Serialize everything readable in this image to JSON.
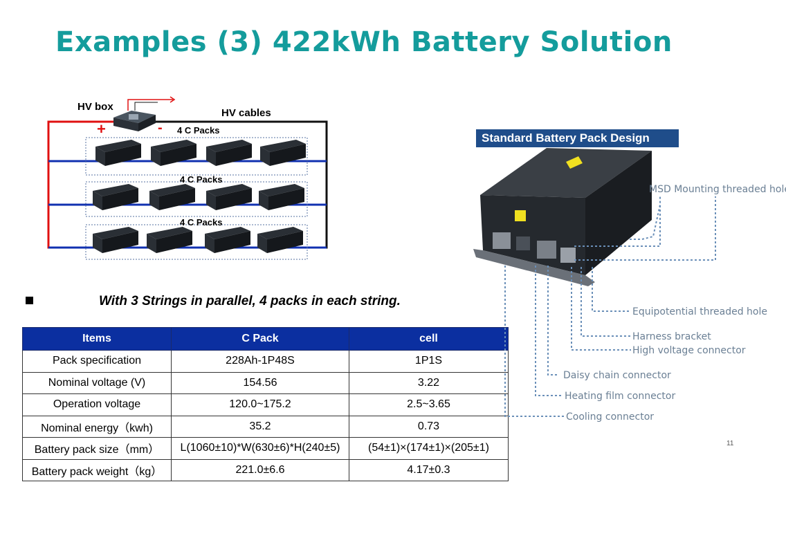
{
  "title": "Examples (3) 422kWh Battery Solution",
  "diagram": {
    "hv_box": "HV box",
    "hv_cables": "HV cables",
    "plus": "+",
    "minus": "-",
    "string_labels": [
      "4 C Packs",
      "4 C Packs",
      "4 C Packs"
    ]
  },
  "note": "With 3 Strings in parallel, 4 packs in each string.",
  "table": {
    "headers": [
      "Items",
      "C Pack",
      "cell"
    ],
    "rows": [
      [
        "Pack specification",
        "228Ah-1P48S",
        "1P1S"
      ],
      [
        "Nominal voltage (V)",
        "154.56",
        "3.22"
      ],
      [
        "Operation voltage",
        "120.0~175.2",
        "2.5~3.65"
      ],
      [
        "Nominal energy（kwh)",
        "35.2",
        "0.73"
      ],
      [
        "Battery pack size（mm）",
        "L(1060±10)*W(630±6)*H(240±5)",
        "(54±1)×(174±1)×(205±1)"
      ],
      [
        "Battery pack weight（kg）",
        "221.0±6.6",
        "4.17±0.3"
      ]
    ]
  },
  "pack_design": {
    "title": "Standard Battery Pack Design",
    "callouts": [
      "MSD  Mounting threaded hole",
      "Equipotential threaded hole",
      "Harness bracket",
      "High voltage connector",
      "Daisy chain connector",
      "Heating film connector",
      "Cooling connector"
    ]
  },
  "page_number": "11",
  "colors": {
    "title": "#149c9c",
    "table_header": "#0b2fa0",
    "box_title": "#1f4d8a",
    "callout": "#6a8fb8"
  }
}
